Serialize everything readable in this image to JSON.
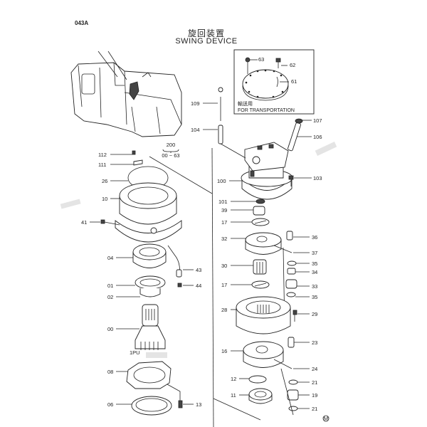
{
  "header": {
    "page_code": "043A",
    "title_jp": "旋回装置",
    "title_en": "SWING DEVICE"
  },
  "transport_box": {
    "label_jp": "輸送用",
    "label_en": "FOR TRANSPORTATION",
    "parts": [
      "63",
      "62",
      "61"
    ]
  },
  "assembly_group": {
    "number": "200",
    "range": "00 ~ 63"
  },
  "callouts": {
    "p109": "109",
    "p104": "104",
    "p107": "107",
    "p106": "106",
    "p100": "100",
    "p103": "103",
    "p112": "112",
    "p111": "111",
    "p26": "26",
    "p10": "10",
    "p41": "41",
    "p04": "04",
    "p43": "43",
    "p01": "01",
    "p44": "44",
    "p02": "02",
    "p00": "00",
    "p08": "08",
    "p13": "13",
    "p06": "06",
    "p101": "101",
    "p39": "39",
    "p17a": "17",
    "p32": "32",
    "p36": "36",
    "p37": "37",
    "p35a": "35",
    "p30": "30",
    "p34": "34",
    "p17b": "17",
    "p33": "33",
    "p35b": "35",
    "p28": "28",
    "p29": "29",
    "p23": "23",
    "p16": "16",
    "p24": "24",
    "p12": "12",
    "p21a": "21",
    "p19": "19",
    "p11": "11",
    "p21b": "21"
  },
  "marks": {
    "shaft_stamp": "1PU",
    "corner_mark": "M"
  }
}
